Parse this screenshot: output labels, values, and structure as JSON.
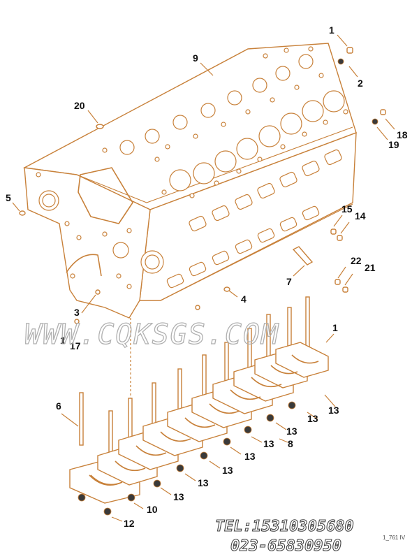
{
  "callouts": [
    {
      "label": "1"
    },
    {
      "label": "2"
    },
    {
      "label": "9"
    },
    {
      "label": "20"
    },
    {
      "label": "18"
    },
    {
      "label": "19"
    },
    {
      "label": "5"
    },
    {
      "label": "15"
    },
    {
      "label": "14"
    },
    {
      "label": "7"
    },
    {
      "label": "22"
    },
    {
      "label": "21"
    },
    {
      "label": "3"
    },
    {
      "label": "4"
    },
    {
      "label": "1"
    },
    {
      "label": "17"
    },
    {
      "label": "1"
    },
    {
      "label": "6"
    },
    {
      "label": "13"
    },
    {
      "label": "13"
    },
    {
      "label": "13"
    },
    {
      "label": "13"
    },
    {
      "label": "13"
    },
    {
      "label": "8"
    },
    {
      "label": "13"
    },
    {
      "label": "13"
    },
    {
      "label": "13"
    },
    {
      "label": "12"
    },
    {
      "label": "10"
    },
    {
      "label": "13"
    }
  ],
  "watermark": "WWW.CQKSGS.COM",
  "contact": {
    "tel": "TEL:15310305680",
    "phone": "023-65830950"
  },
  "drawing_code": "1_761 IV",
  "colors": {
    "line": "#c8813a",
    "text": "#111111",
    "watermark": "#b0b0b0"
  }
}
